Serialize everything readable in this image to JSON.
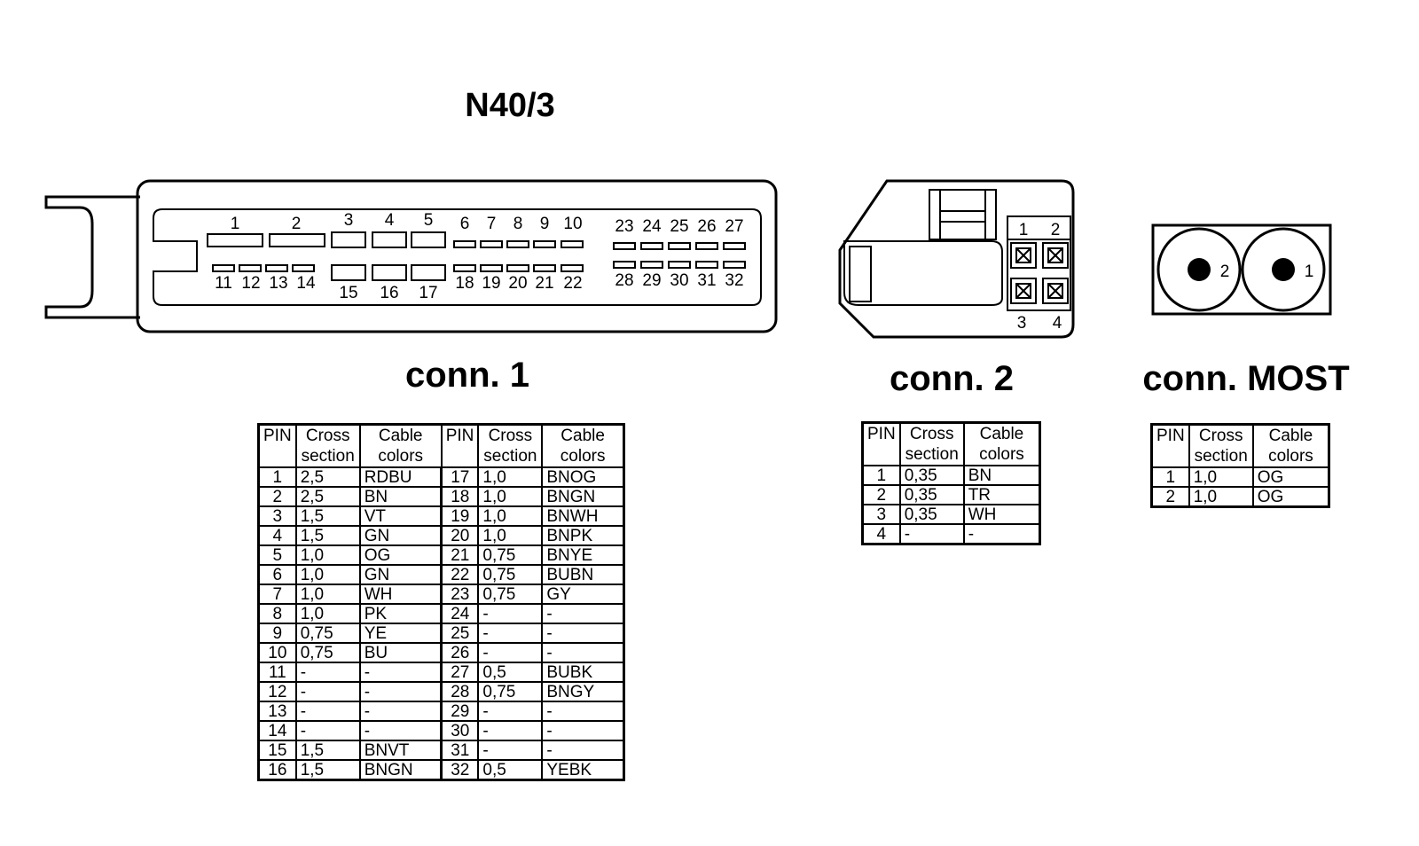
{
  "title": "N40/3",
  "conn1": {
    "name": "conn. 1",
    "top_pin_labels": [
      "1",
      "2",
      "3",
      "4",
      "5",
      "6",
      "7",
      "8",
      "9",
      "10",
      "23",
      "24",
      "25",
      "26",
      "27"
    ],
    "bottom_pin_labels": [
      "11",
      "12",
      "13",
      "14",
      "15",
      "16",
      "17",
      "18",
      "19",
      "20",
      "21",
      "22",
      "28",
      "29",
      "30",
      "31",
      "32"
    ],
    "headers": [
      "PIN",
      "Cross\nsection",
      "Cable\ncolors",
      "PIN",
      "Cross\nsection",
      "Cable\ncolors"
    ],
    "rows": [
      [
        "1",
        "2,5",
        "RDBU",
        "17",
        "1,0",
        "BNOG"
      ],
      [
        "2",
        "2,5",
        "BN",
        "18",
        "1,0",
        "BNGN"
      ],
      [
        "3",
        "1,5",
        "VT",
        "19",
        "1,0",
        "BNWH"
      ],
      [
        "4",
        "1,5",
        "GN",
        "20",
        "1,0",
        "BNPK"
      ],
      [
        "5",
        "1,0",
        "OG",
        "21",
        "0,75",
        "BNYE"
      ],
      [
        "6",
        "1,0",
        "GN",
        "22",
        "0,75",
        "BUBN"
      ],
      [
        "7",
        "1,0",
        "WH",
        "23",
        "0,75",
        "GY"
      ],
      [
        "8",
        "1,0",
        "PK",
        "24",
        "-",
        "-"
      ],
      [
        "9",
        "0,75",
        "YE",
        "25",
        "-",
        "-"
      ],
      [
        "10",
        "0,75",
        "BU",
        "26",
        "-",
        "-"
      ],
      [
        "11",
        "-",
        "-",
        "27",
        "0,5",
        "BUBK"
      ],
      [
        "12",
        "-",
        "-",
        "28",
        "0,75",
        "BNGY"
      ],
      [
        "13",
        "-",
        "-",
        "29",
        "-",
        "-"
      ],
      [
        "14",
        "-",
        "-",
        "30",
        "-",
        "-"
      ],
      [
        "15",
        "1,5",
        "BNVT",
        "31",
        "-",
        "-"
      ],
      [
        "16",
        "1,5",
        "BNGN",
        "32",
        "0,5",
        "YEBK"
      ]
    ]
  },
  "conn2": {
    "name": "conn. 2",
    "pin_labels": [
      "1",
      "2",
      "3",
      "4"
    ],
    "headers": [
      "PIN",
      "Cross\nsection",
      "Cable\ncolors"
    ],
    "rows": [
      [
        "1",
        "0,35",
        "BN"
      ],
      [
        "2",
        "0,35",
        "TR"
      ],
      [
        "3",
        "0,35",
        "WH"
      ],
      [
        "4",
        "-",
        "-"
      ]
    ]
  },
  "most": {
    "name": "conn. MOST",
    "pin_labels": [
      "2",
      "1"
    ],
    "headers": [
      "PIN",
      "Cross\nsection",
      "Cable\ncolors"
    ],
    "rows": [
      [
        "1",
        "1,0",
        "OG"
      ],
      [
        "2",
        "1,0",
        "OG"
      ]
    ]
  }
}
